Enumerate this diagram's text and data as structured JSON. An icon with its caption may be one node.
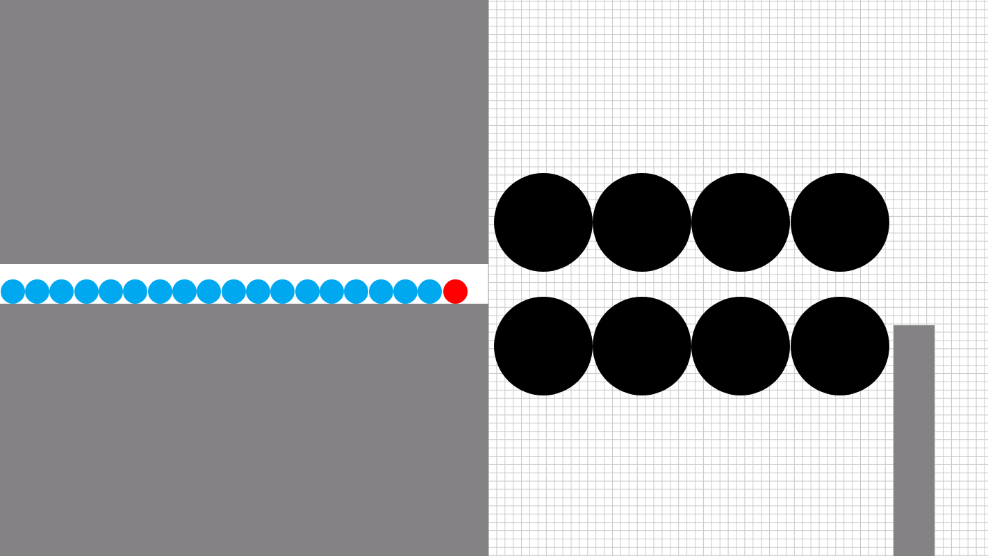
{
  "diagram": {
    "nodes": [
      {
        "text": [],
        "shape": "box"
      },
      {
        "text": [],
        "shape": "circle"
      },
      {
        "text": [],
        "shape": "circle"
      },
      {
        "text": [],
        "shape": "circle"
      },
      {
        "text": [],
        "shape": "circle"
      },
      {
        "text": [],
        "shape": "circle"
      },
      {
        "text": [],
        "shape": "circle"
      },
      {
        "text": [],
        "shape": "circle"
      },
      {
        "text": [],
        "shape": "circle"
      },
      {
        "text": [],
        "shape": "circle"
      },
      {
        "text": [],
        "shape": "circle"
      },
      {
        "text": [],
        "shape": "circle"
      },
      {
        "text": [],
        "shape": "circle"
      },
      {
        "text": [],
        "shape": "circle"
      },
      {
        "text": [],
        "shape": "circle"
      },
      {
        "text": [],
        "shape": "circle"
      },
      {
        "text": [],
        "shape": "circle"
      },
      {
        "text": [],
        "shape": "circle"
      },
      {
        "text": [],
        "shape": "circle"
      },
      {
        "text": [],
        "shape": "circle"
      },
      {
        "text": [],
        "shape": "circle"
      },
      {
        "text": [],
        "shape": "circle"
      },
      {
        "text": [],
        "shape": "circle"
      },
      {
        "text": [],
        "shape": "circle"
      },
      {
        "text": [],
        "shape": "circle"
      },
      {
        "text": [],
        "shape": "circle"
      },
      {
        "text": [],
        "shape": "circle"
      },
      {
        "text": [],
        "shape": "circle"
      },
      {
        "text": [],
        "shape": "box"
      },
      {
        "text": [],
        "shape": "bar"
      }
    ]
  }
}
